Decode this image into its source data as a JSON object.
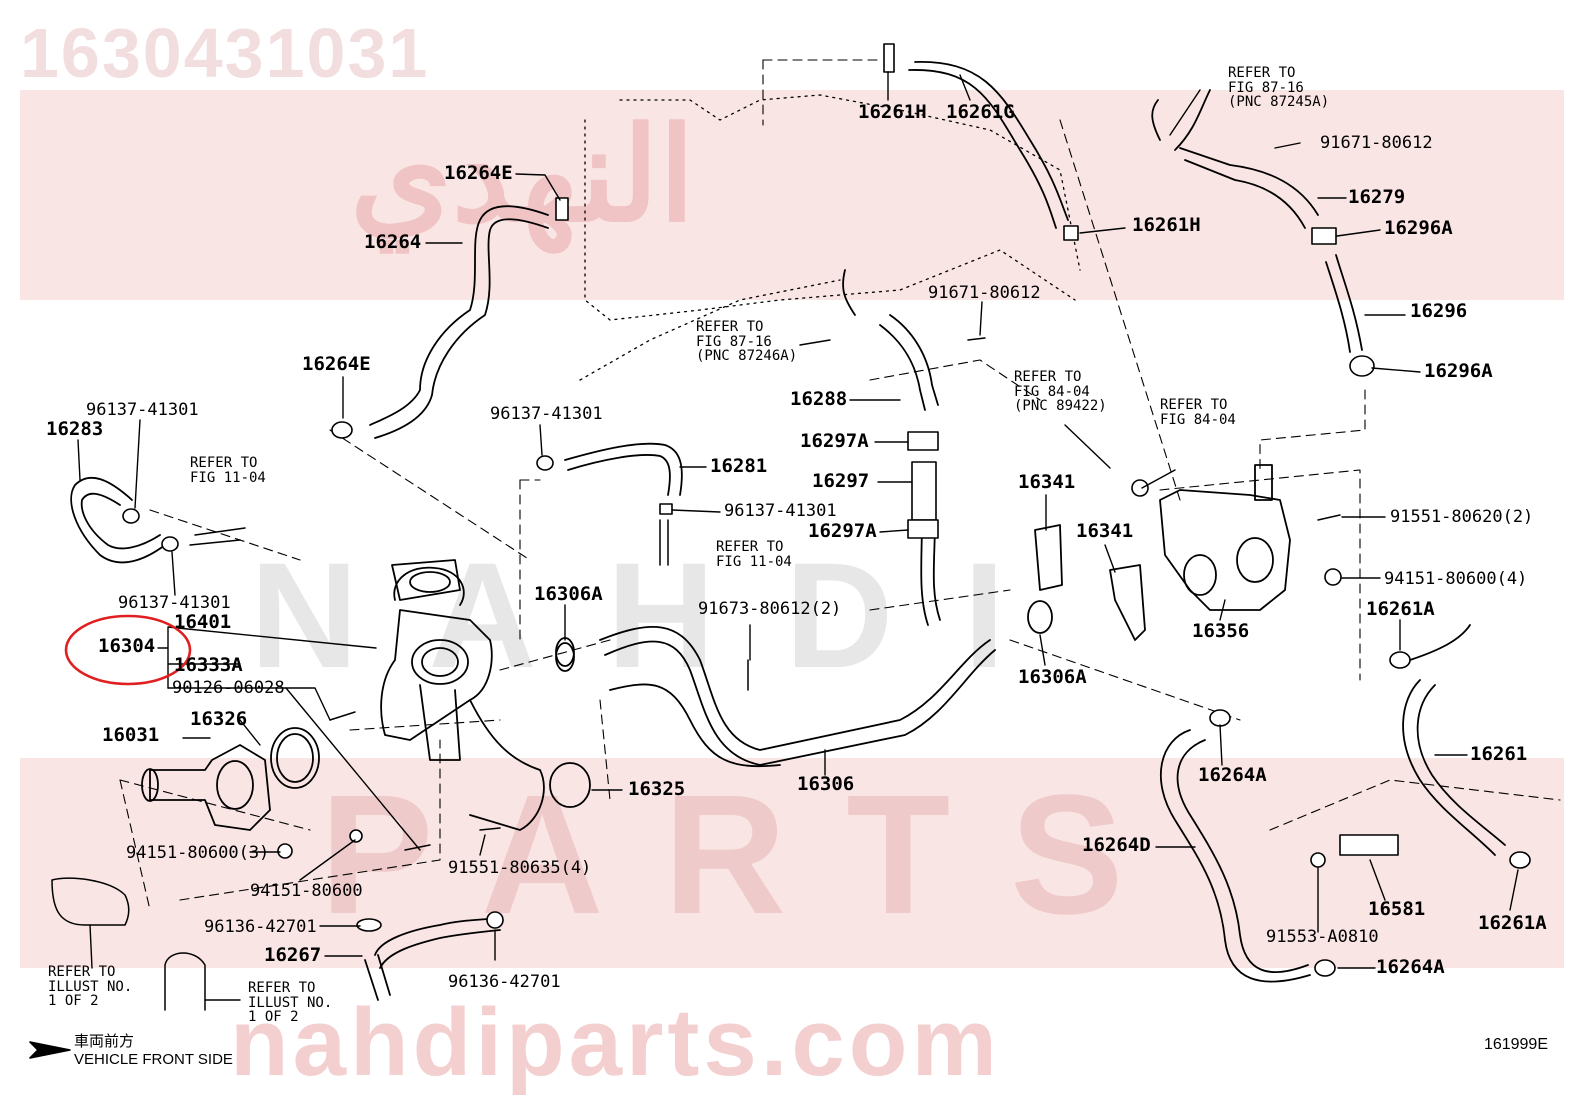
{
  "part_number": "1630431031",
  "watermark": {
    "arabic": "النهدي",
    "top": "NAHDI",
    "bottom": "PARTS",
    "url": "nahdiparts.com"
  },
  "callouts": {
    "c16261H_top": "16261H",
    "c16261G": "16261G",
    "c16264E_top": "16264E",
    "c16264": "16264",
    "c16261H_right": "16261H",
    "c91671_top": "91671-80612",
    "c16279": "16279",
    "c16296A_top": "16296A",
    "c16296": "16296",
    "c16296A_bottom": "16296A",
    "c91671_mid": "91671-80612",
    "c16264E_left": "16264E",
    "c96137_a": "96137-41301",
    "c16283": "16283",
    "c96137_b": "96137-41301",
    "c16281": "16281",
    "c16288": "16288",
    "c16297A_top": "16297A",
    "c16297": "16297",
    "c96137_c": "96137-41301",
    "c16297A_bottom": "16297A",
    "c16341_a": "16341",
    "c16341_b": "16341",
    "c91551_top": "91551-80620(2)",
    "c94151_right": "94151-80600(4)",
    "c96137_d": "96137-41301",
    "c16401": "16401",
    "c16304": "16304",
    "c16333A": "16333A",
    "c90126": "90126-06028",
    "c16306A_left": "16306A",
    "c91673": "91673-80612(2)",
    "c16356": "16356",
    "c16261A_top": "16261A",
    "c16306A_right": "16306A",
    "c16031": "16031",
    "c16326": "16326",
    "c16325": "16325",
    "c16306": "16306",
    "c16264A_top": "16264A",
    "c16261": "16261",
    "c94151_a": "94151-80600(3)",
    "c94151_b": "94151-80600",
    "c91551_bottom": "91551-80635(4)",
    "c16264D": "16264D",
    "c16581": "16581",
    "c16261A_bottom": "16261A",
    "c96136_a": "96136-42701",
    "c16267": "16267",
    "c96136_b": "96136-42701",
    "c91553": "91553-A0810",
    "c16264A_bottom": "16264A"
  },
  "refer_notes": {
    "r_87_16_top": "REFER TO\nFIG 87-16\n(PNC 87245A)",
    "r_87_16_mid": "REFER TO\nFIG 87-16\n(PNC 87246A)",
    "r_84_04_a": "REFER TO\nFIG 84-04\n(PNC 89422)",
    "r_84_04_b": "REFER TO\nFIG 84-04",
    "r_11_04_a": "REFER TO\nFIG 11-04",
    "r_11_04_b": "REFER TO\nFIG 11-04",
    "r_illust_a": "REFER TO\nILLUST NO.\n1 OF 2",
    "r_illust_b": "REFER TO\nILLUST NO.\n1 OF 2"
  },
  "front_side": {
    "japanese": "車両前方",
    "english": "VEHICLE FRONT SIDE"
  },
  "diagram_id": "161999E",
  "highlight_color": "#e02020"
}
